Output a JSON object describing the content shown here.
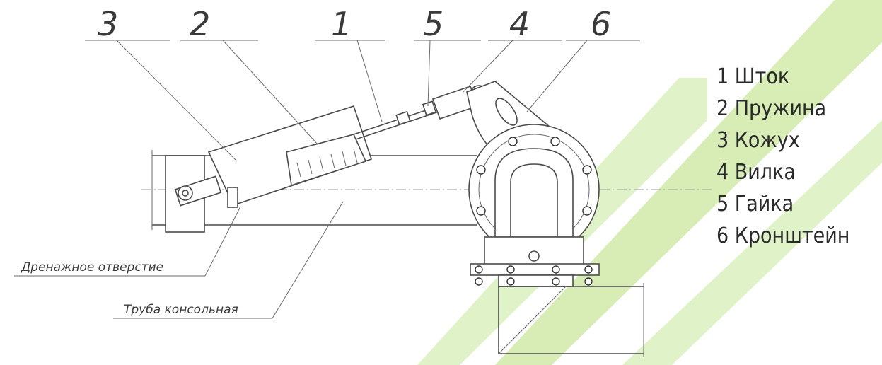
{
  "diagram": {
    "callouts": [
      "3",
      "2",
      "1",
      "5",
      "4",
      "6"
    ],
    "notes": {
      "drain_hole": "Дренажное отверстие",
      "cantilever_pipe": "Труба консольная"
    },
    "legend": [
      "1 Шток",
      "2 Пружина",
      "3 Кожух",
      "4 Вилка",
      "5 Гайка",
      "6 Кронштейн"
    ],
    "watermark_color": "#b8e07a",
    "line_color": "#4a4a4a"
  }
}
